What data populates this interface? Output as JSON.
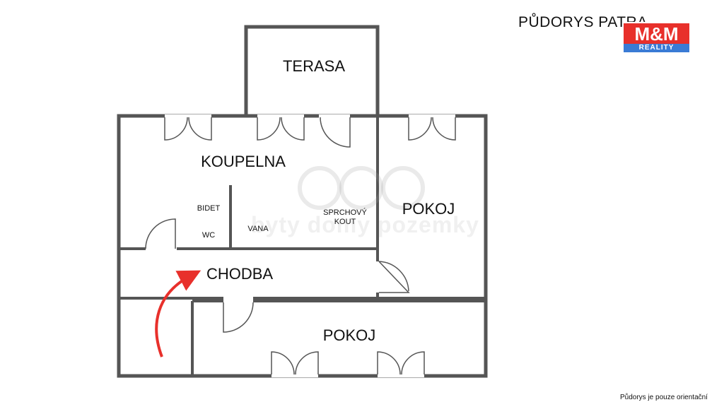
{
  "plan": {
    "title": "PŮDORYS PATRA",
    "footnote": "Půdorys je pouze orientační",
    "wall_color": "#555555",
    "arrow_color": "#e8302b",
    "rooms": {
      "terasa": "TERASA",
      "koupelna": "KOUPELNA",
      "bidet": "BIDET",
      "wc": "WC",
      "vana": "VANA",
      "sprchovy_line1": "SPRCHOVÝ",
      "sprchovy_line2": "KOUT",
      "pokoj_right": "POKOJ",
      "chodba": "CHODBA",
      "pokoj_bottom": "POKOJ"
    }
  },
  "logo": {
    "main": "M&M",
    "sub": "REALITY",
    "bg_color": "#e8302b",
    "sub_color": "#3a7bd5"
  },
  "watermark": {
    "text": "byty domy pozemky"
  }
}
